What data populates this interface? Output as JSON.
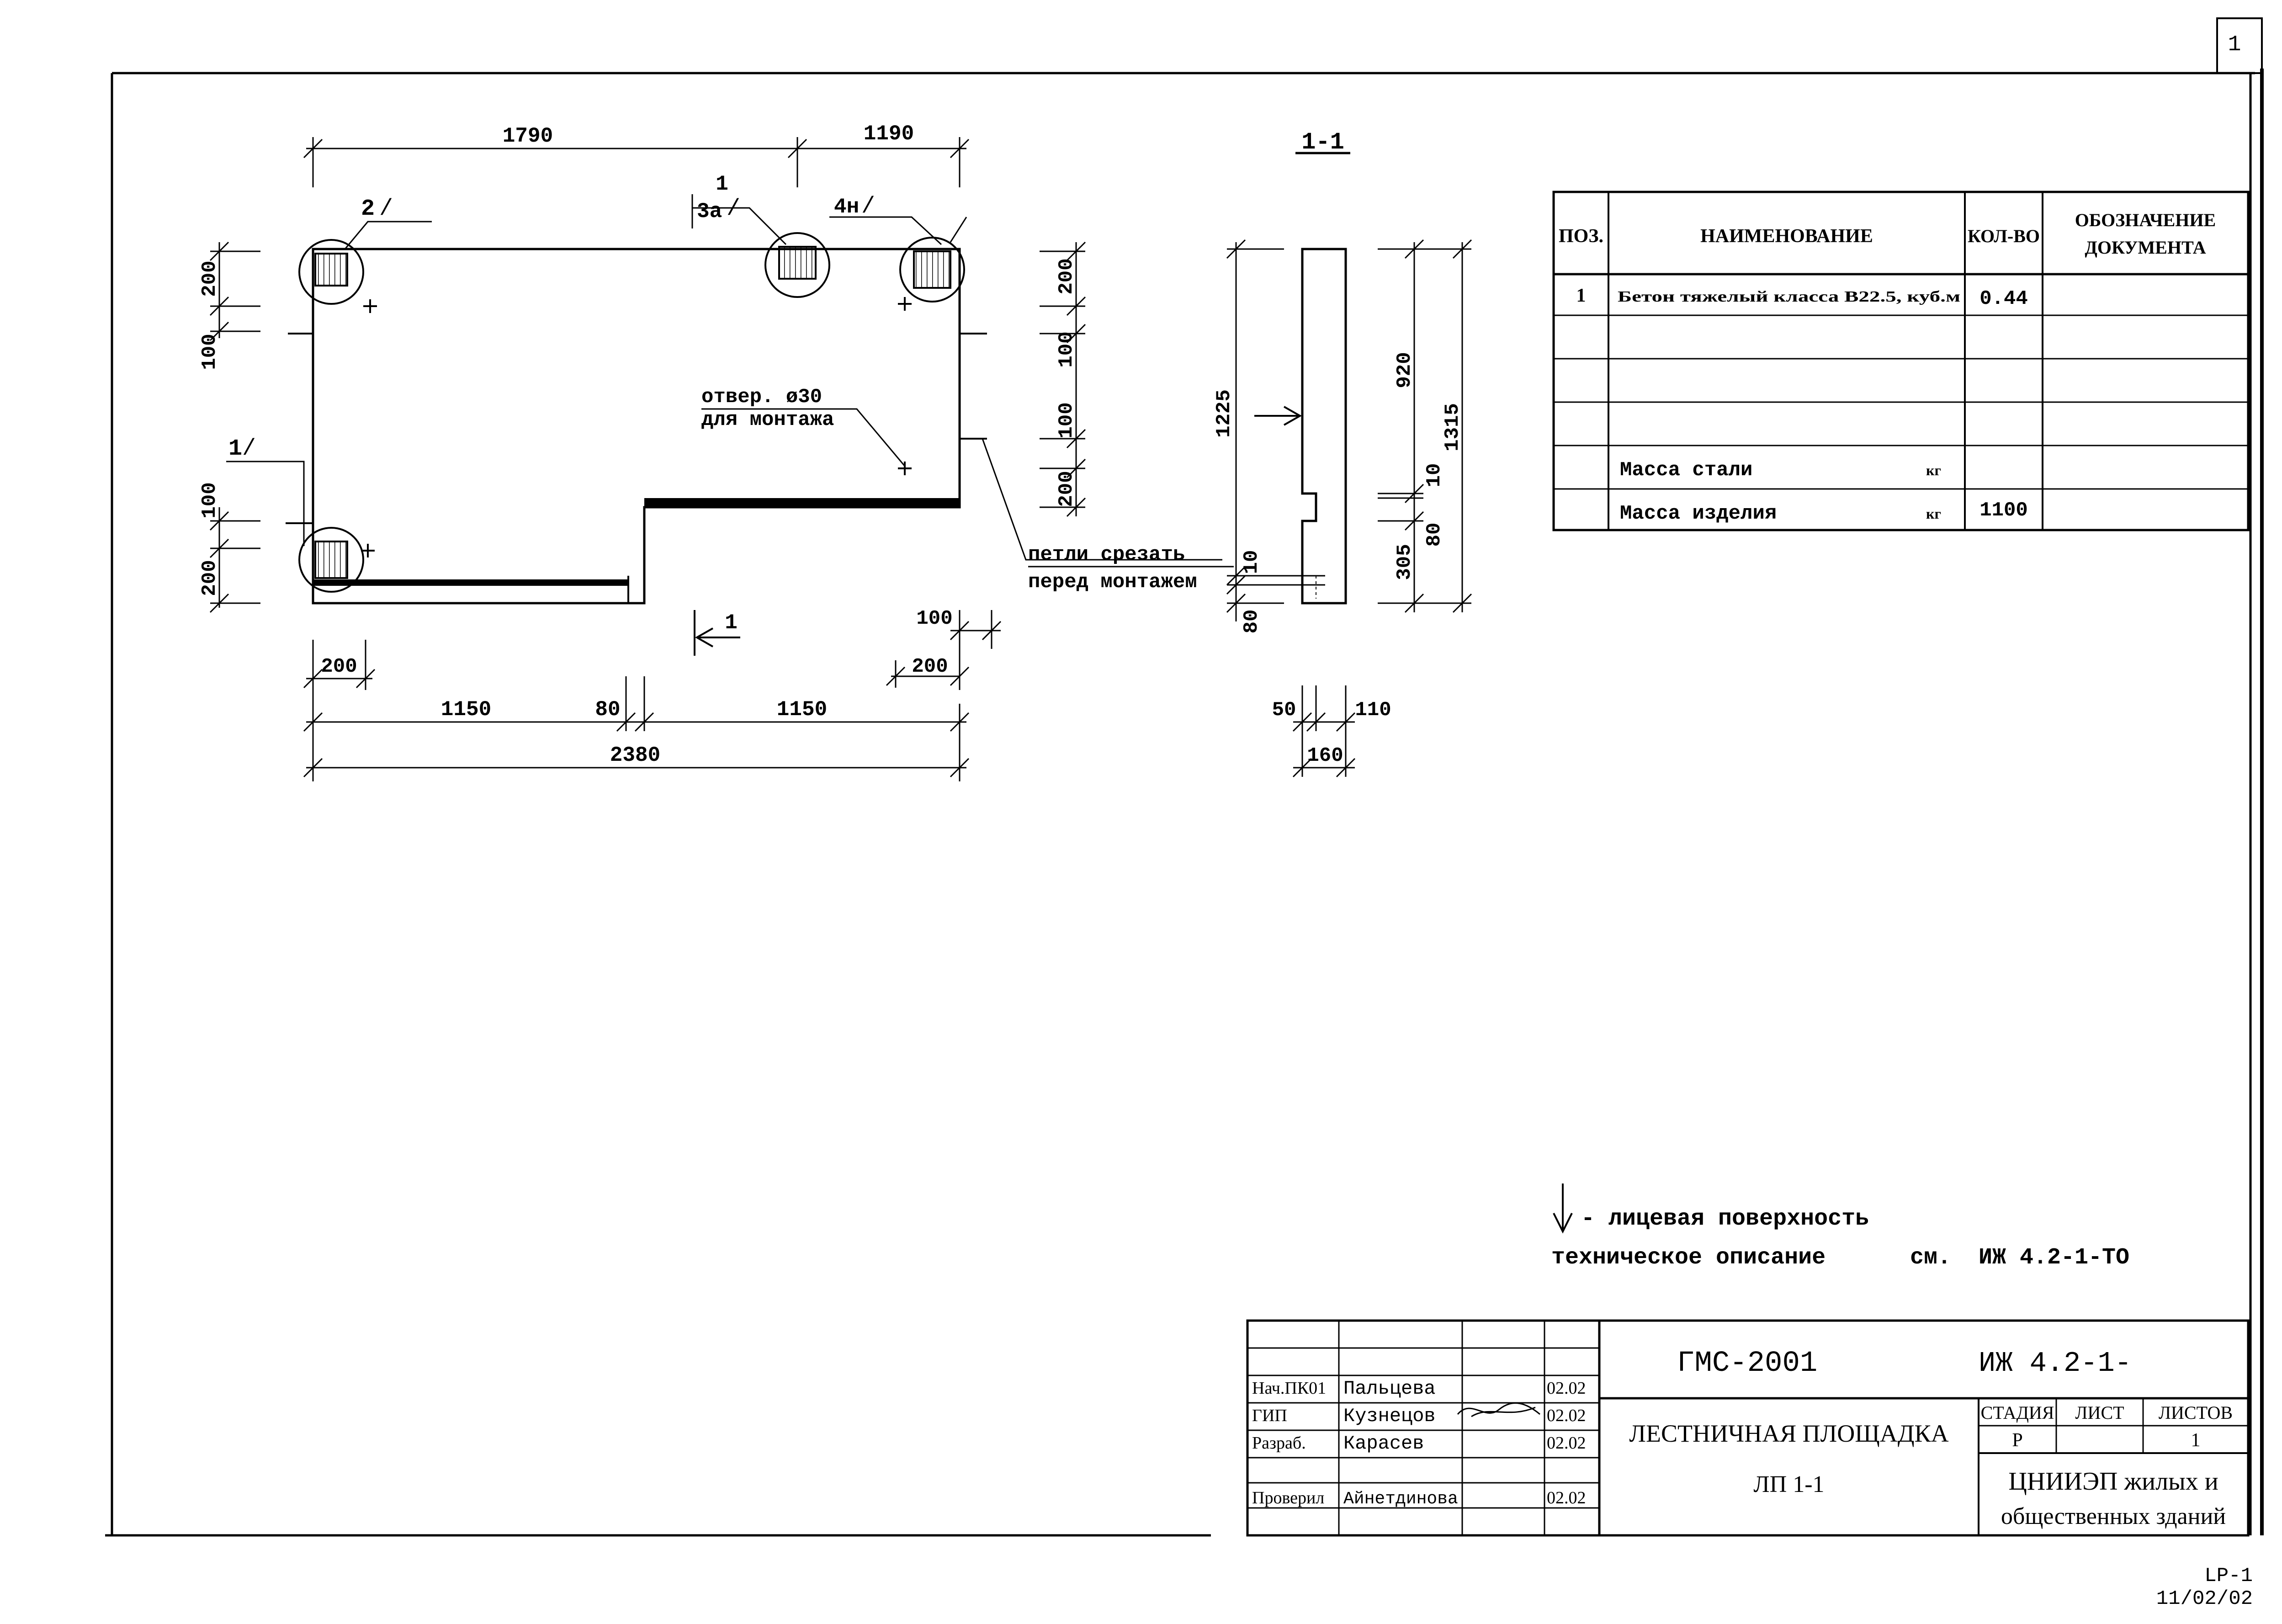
{
  "corner_mark": "1",
  "plan": {
    "dims_top": [
      "1790",
      "1190"
    ],
    "dims_bottom": [
      "200",
      "1150",
      "80",
      "1150",
      "2380",
      "100",
      "200"
    ],
    "dims_left": [
      "200",
      "100",
      "100",
      "200"
    ],
    "dims_right": [
      "200",
      "100",
      "100",
      "200"
    ],
    "callouts": [
      "2",
      "3а",
      "4н",
      "1"
    ],
    "section_mark": "1",
    "hole_note_line1": "отвер. ø30",
    "hole_note_line2": "для монтажа",
    "loop_note_line1": "петли срезать",
    "loop_note_line2": "перед монтажем"
  },
  "section": {
    "title": "1-1",
    "dims_left": [
      "1225",
      "10",
      "80"
    ],
    "dims_right": [
      "920",
      "10",
      "80",
      "305",
      "1315"
    ],
    "dims_bottom": [
      "50",
      "110",
      "160"
    ]
  },
  "spec": {
    "headers": [
      "ПОЗ.",
      "НАИМЕНОВАНИЕ",
      "КОЛ-ВО",
      "ОБОЗНАЧЕНИЕ",
      "ДОКУМЕНТА"
    ],
    "row1": {
      "pos": "1",
      "name": "Бетон тяжелый класса В22.5, куб.м",
      "qty": "0.44"
    },
    "steel": {
      "label": "Масса стали",
      "unit": "кг",
      "value": ""
    },
    "product": {
      "label": "Масса изделия",
      "unit": "кг",
      "value": "1100"
    }
  },
  "notes": {
    "line1": "- лицевая поверхность",
    "line2": "техническое описание",
    "line2_see": "см.",
    "line2_ref": "ИЖ 4.2-1-ТО"
  },
  "title_block": {
    "project": "ГМС-2001",
    "code": "ИЖ 4.2-1-",
    "title_line1": "ЛЕСТНИЧНАЯ ПЛОЩАДКА",
    "title_line2": "ЛП 1-1",
    "stage_header": "СТАДИЯ",
    "sheet_header": "ЛИСТ",
    "sheets_header": "ЛИСТОВ",
    "stage": "Р",
    "sheets": "1",
    "org_line1": "ЦНИИЭП жилых и",
    "org_line2": "общественных зданий",
    "people": [
      {
        "role": "Нач.ПК01",
        "name": "Пальцева",
        "date": "02.02"
      },
      {
        "role": "ГИП",
        "name": "Кузнецов",
        "date": "02.02"
      },
      {
        "role": "Разраб.",
        "name": "Карасев",
        "date": "02.02"
      },
      {
        "role": "Проверил",
        "name": "Айнетдинова",
        "date": "02.02"
      }
    ]
  },
  "stamp": {
    "line1": "LP-1",
    "line2": "11/02/02"
  }
}
